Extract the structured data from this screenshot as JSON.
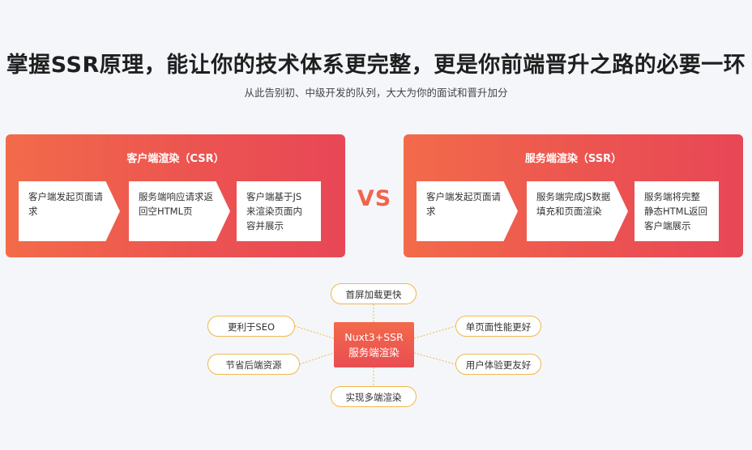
{
  "header": {
    "title": "掌握SSR原理，能让你的技术体系更完整，更是你前端晋升之路的必要一环",
    "subtitle": "从此告别初、中级开发的队列，大大为你的面试和晋升加分"
  },
  "csr": {
    "title": "客户端渲染（CSR）",
    "steps": [
      "客户端发起页面请求",
      "服务端响应请求返回空HTML页",
      "客户端基于JS来渲染页面内容并展示"
    ]
  },
  "vs_label": "VS",
  "ssr": {
    "title": "服务端渲染（SSR）",
    "steps": [
      "客户端发起页面请求",
      "服务端完成JS数据填充和页面渲染",
      "服务端将完整静态HTML返回客户端展示"
    ]
  },
  "mindmap": {
    "center_line1": "Nuxt3+SSR",
    "center_line2": "服务端渲染",
    "top": "首屏加载更快",
    "left_top": "更利于SEO",
    "left_bottom": "节省后端资源",
    "right_top": "单页面性能更好",
    "right_bottom": "用户体验更友好",
    "bottom": "实现多端渲染"
  },
  "colors": {
    "accent": "#ec5450",
    "pill_border": "#f2b84a"
  }
}
